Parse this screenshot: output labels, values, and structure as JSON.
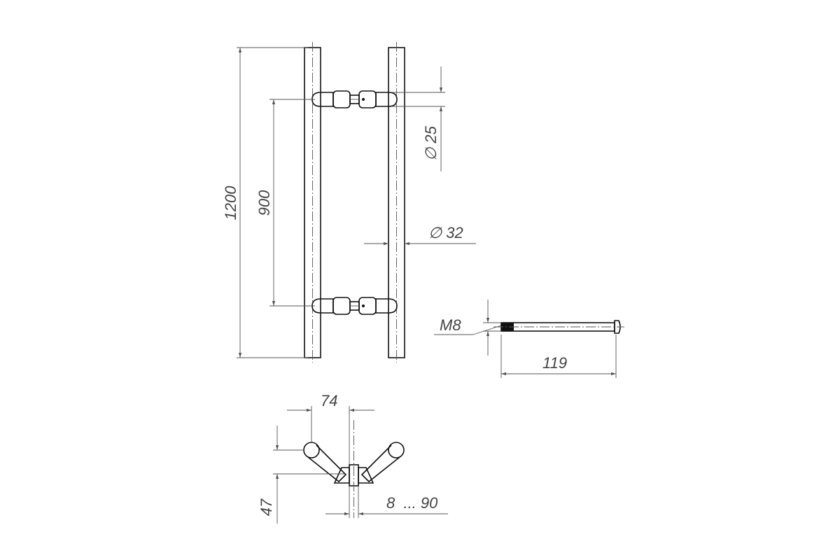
{
  "dimensions": {
    "overall_length": "1200",
    "mount_spacing": "900",
    "standoff_diameter": "∅ 25",
    "bar_diameter": "∅ 32",
    "thread": "M8",
    "bolt_length": "119",
    "offset": "74",
    "depth": "47",
    "door_thickness": "8  ... 90"
  }
}
